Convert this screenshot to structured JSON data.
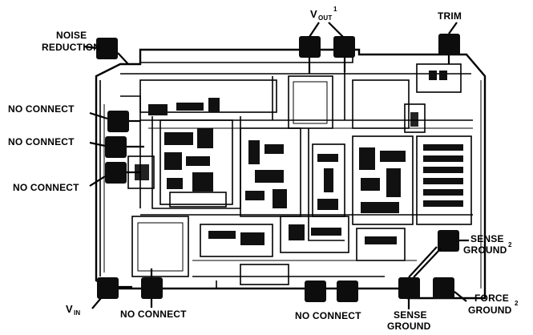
{
  "labels": {
    "noise_reduction_line1": "NOISE",
    "noise_reduction_line2": "REDUCTION",
    "vout_main": "V",
    "vout_sub": "OUT",
    "vout_sup": "1",
    "trim": "TRIM",
    "no_connect_1": "NO CONNECT",
    "no_connect_2": "NO CONNECT",
    "no_connect_3": "NO CONNECT",
    "vin_main": "V",
    "vin_sub": "IN",
    "no_connect_bottom_left": "NO CONNECT",
    "no_connect_bottom_mid": "NO CONNECT",
    "sense_ground_bottom_line1": "SENSE",
    "sense_ground_bottom_line2": "GROUND",
    "sense_ground2_line1": "SENSE",
    "sense_ground2_line2": "GROUND",
    "sense_ground2_sup": "2",
    "force_ground2_line1": "FORCE",
    "force_ground2_line2": "GROUND",
    "force_ground2_sup": "2"
  },
  "colors": {
    "ink": "#000000",
    "background": "#ffffff"
  }
}
